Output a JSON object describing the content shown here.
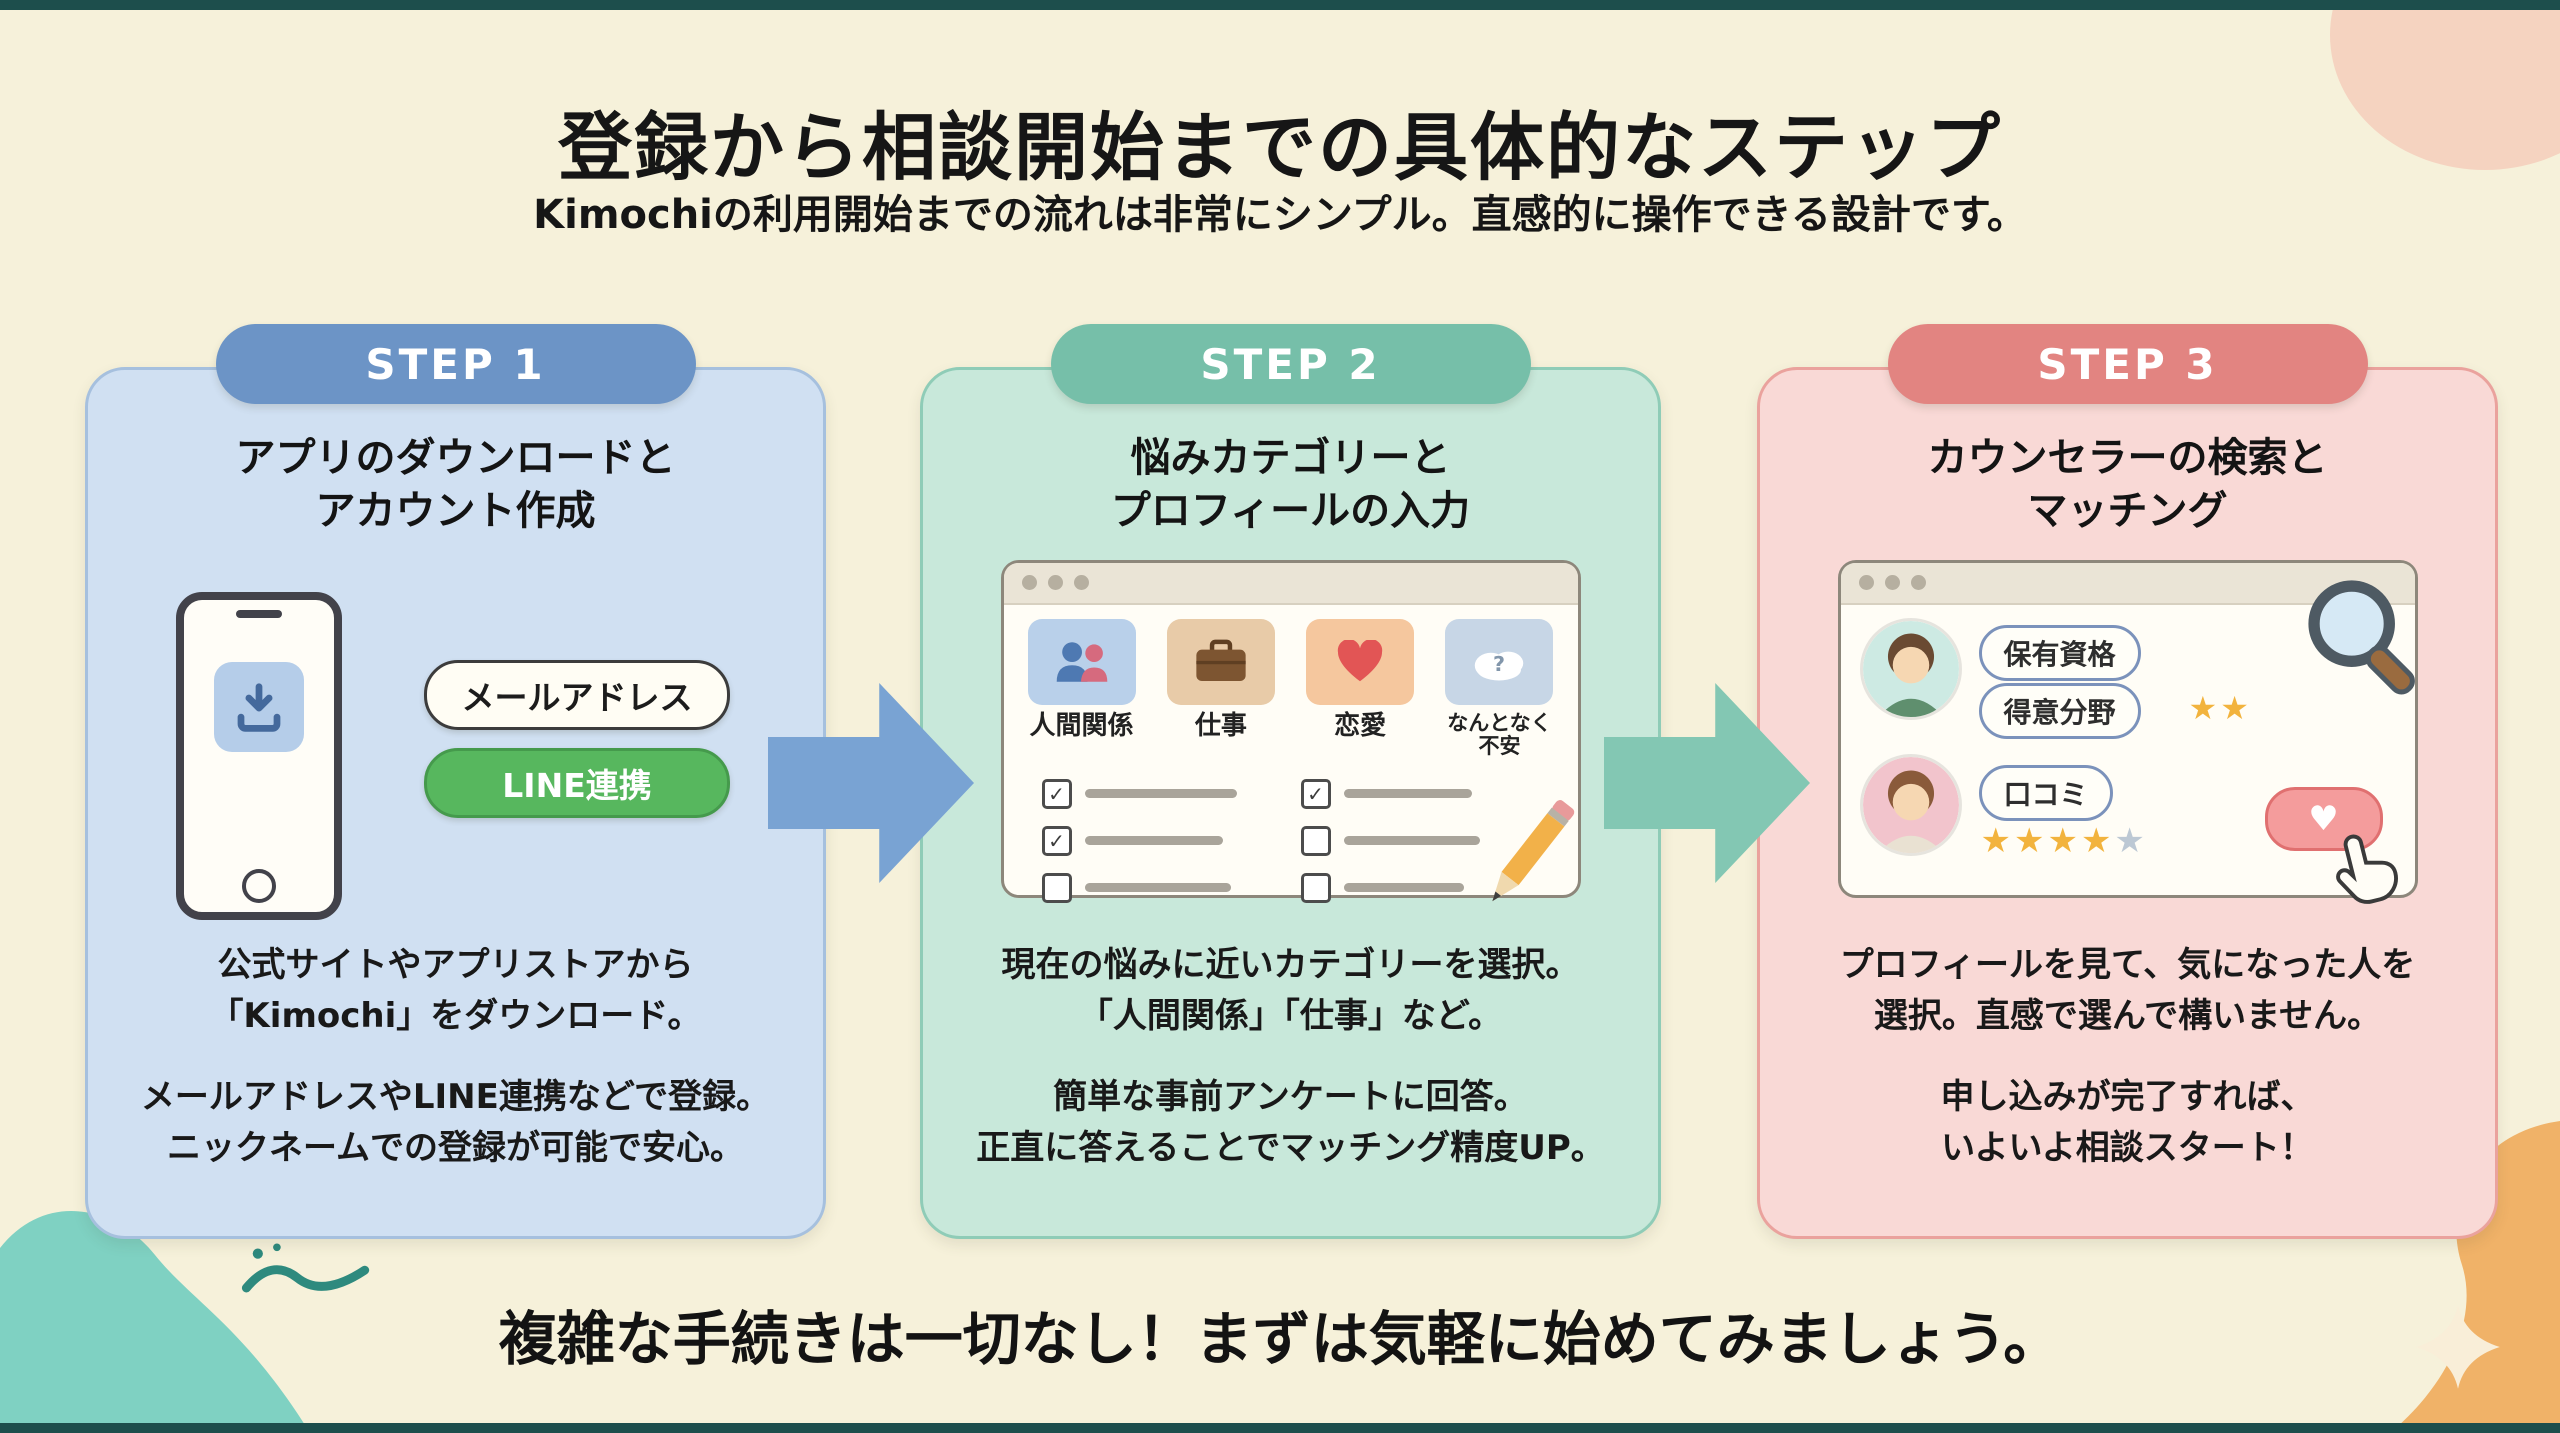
{
  "page": {
    "title": "登録から相談開始までの具体的なステップ",
    "subtitle": "Kimochiの利用開始までの流れは非常にシンプル。直感的に操作できる設計です。",
    "footer": "複雑な手続きは一切なし！まずは気軽に始めてみましょう。"
  },
  "colors": {
    "background": "#f6f1da",
    "edge_bar": "#1d4e4c",
    "step1_accent": "#6c94c6",
    "step2_accent": "#76bfa9",
    "step3_accent": "#e28481",
    "line_green": "#57b75e",
    "star_gold": "#f2b33d"
  },
  "steps": [
    {
      "badge": "STEP 1",
      "title": [
        "アプリのダウンロードと",
        "アカウント作成"
      ],
      "email_button": "メールアドレス",
      "line_button": "LINE連携",
      "desc1": [
        "公式サイトやアプリストアから",
        "「Kimochi」をダウンロード。"
      ],
      "desc2": [
        "メールアドレスやLINE連携などで登録。",
        "ニックネームでの登録が可能で安心。"
      ]
    },
    {
      "badge": "STEP 2",
      "title": [
        "悩みカテゴリーと",
        "プロフィールの入力"
      ],
      "categories": [
        {
          "label": "人間関係",
          "icon": "people-icon"
        },
        {
          "label": "仕事",
          "icon": "briefcase-icon"
        },
        {
          "label": "恋愛",
          "icon": "heart-icon"
        },
        {
          "label": "なんとなく不安",
          "icon": "cloud-question-icon"
        }
      ],
      "desc1": [
        "現在の悩みに近いカテゴリーを選択。",
        "「人間関係」「仕事」など。"
      ],
      "desc2": [
        "簡単な事前アンケートに回答。",
        "正直に答えることでマッチング精度UP。"
      ]
    },
    {
      "badge": "STEP 3",
      "title": [
        "カウンセラーの検索と",
        "マッチング"
      ],
      "badges": [
        "保有資格",
        "得意分野",
        "口コミ"
      ],
      "rating1": "★★",
      "rating2_filled": "★★★★",
      "rating2_empty": "★",
      "favorite_glyph": "♥",
      "desc1": [
        "プロフィールを見て、気になった人を",
        "選択。直感で選んで構いません。"
      ],
      "desc2": [
        "申し込みが完了すれば、",
        "いよいよ相談スタート！"
      ]
    }
  ]
}
